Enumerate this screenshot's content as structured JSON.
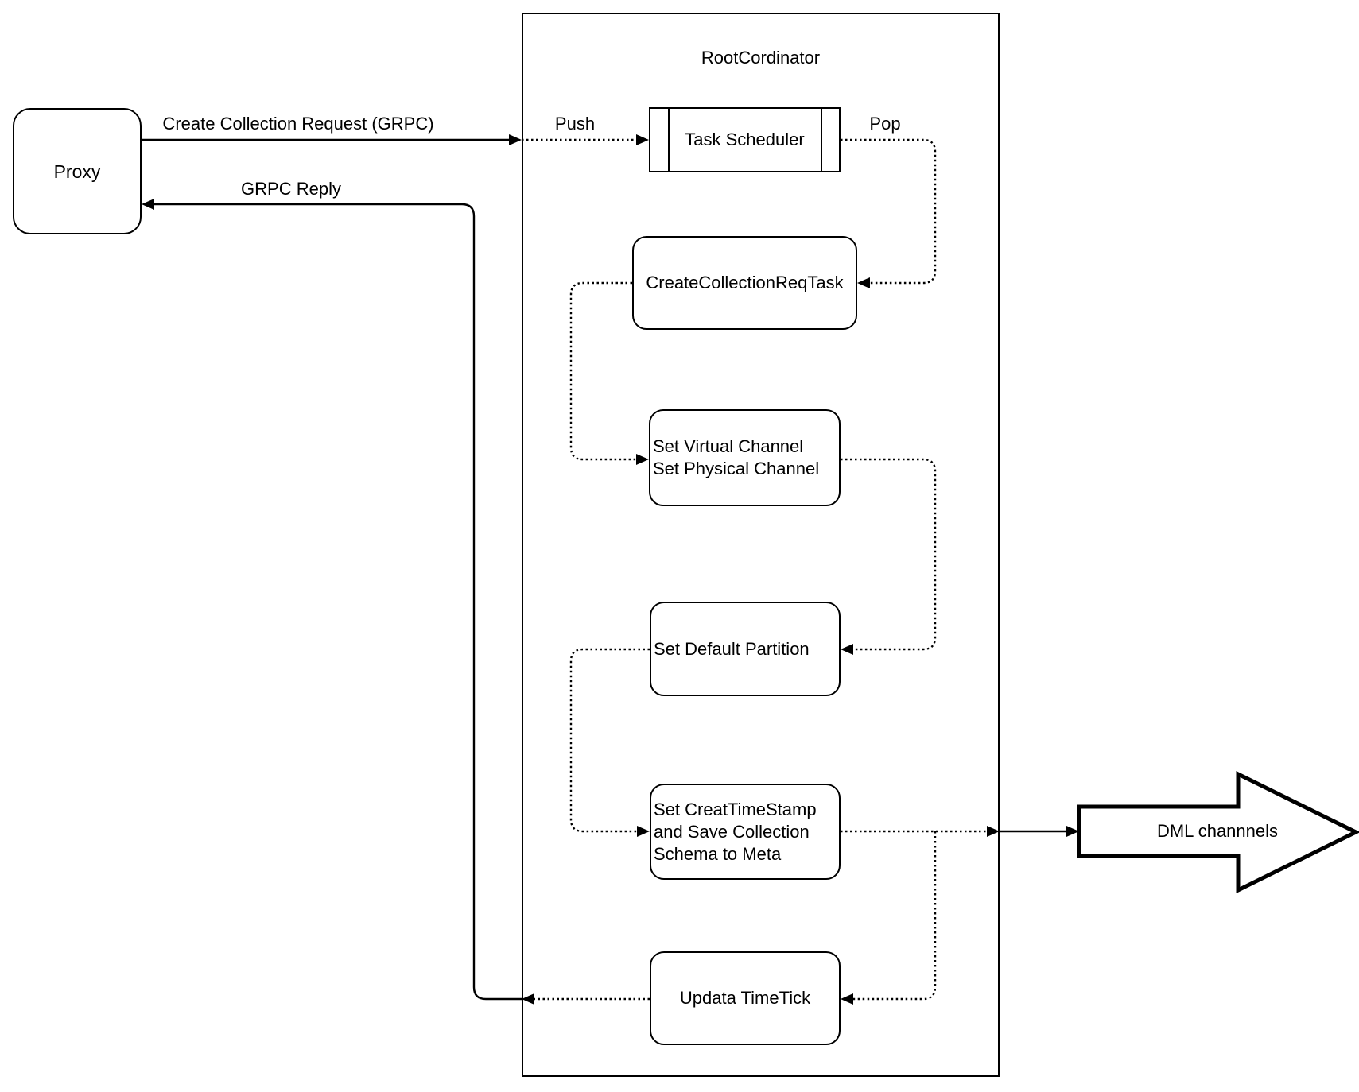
{
  "diagram": {
    "container_title": "RootCordinator",
    "nodes": {
      "proxy": {
        "label": "Proxy"
      },
      "task_scheduler": {
        "label": "Task Scheduler"
      },
      "create_collection_req_task": {
        "label": "CreateCollectionReqTask"
      },
      "set_virtual_channel": {
        "lines": [
          "Set Virtual Channel",
          "Set Physical Channel"
        ]
      },
      "set_default_partition": {
        "label": "Set Default Partition"
      },
      "set_creat_timestamp": {
        "lines": [
          "Set CreatTimeStamp",
          "and Save Collection",
          "Schema to Meta"
        ]
      },
      "updata_timetick": {
        "label": "Updata TimeTick"
      },
      "dml_channels": {
        "label": "DML channnels"
      }
    },
    "edge_labels": {
      "create_collection_request": "Create Collection Request (GRPC)",
      "grpc_reply": "GRPC Reply",
      "push": "Push",
      "pop": "Pop"
    },
    "colors": {
      "stroke": "#000000",
      "background": "#ffffff"
    }
  }
}
